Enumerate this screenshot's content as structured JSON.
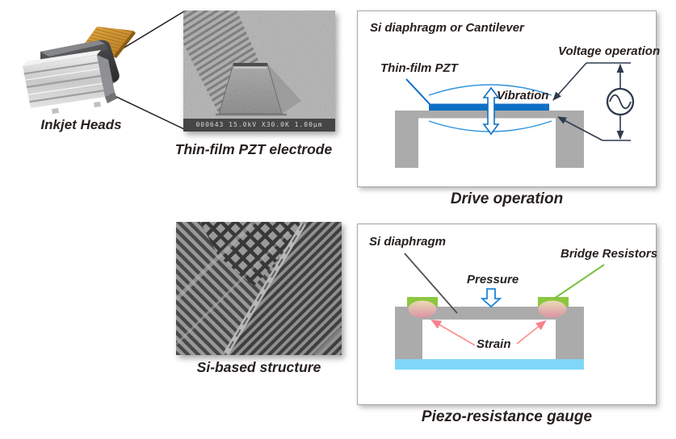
{
  "figure": {
    "inkjet": {
      "label": "Inkjet Heads"
    },
    "pzt_sem": {
      "label": "Thin-film PZT electrode",
      "caption": "000643 15.0kV X30.0K 1.00μm"
    },
    "si_sem": {
      "label": "Si-based structure"
    },
    "drive": {
      "caption": "Drive operation",
      "top_label": "Si diaphragm or Cantilever",
      "voltage_label": "Voltage operation",
      "pzt_label": "Thin-film PZT",
      "vibration_label": "Vibration"
    },
    "piezo": {
      "caption": "Piezo-resistance gauge",
      "diaphragm_label": "Si diaphragm",
      "bridge_label": "Bridge Resistors",
      "pressure_label": "Pressure",
      "strain_label": "Strain"
    },
    "colors": {
      "pzt_blue": "#0e6fc5",
      "vibration_arc_blue": "#2e93dd",
      "pressure_blue": "#1b87d8",
      "structure_gray": "#ababab",
      "connector_navy": "#2e3b4e",
      "resistor_green": "#8dc63f",
      "bridge_line_green": "#7cc142",
      "base_cyan": "#7fd7f8",
      "strain_red": "#ef4056",
      "strain_arrow_pink": "#f8818c",
      "text_dark": "#27211f"
    }
  }
}
